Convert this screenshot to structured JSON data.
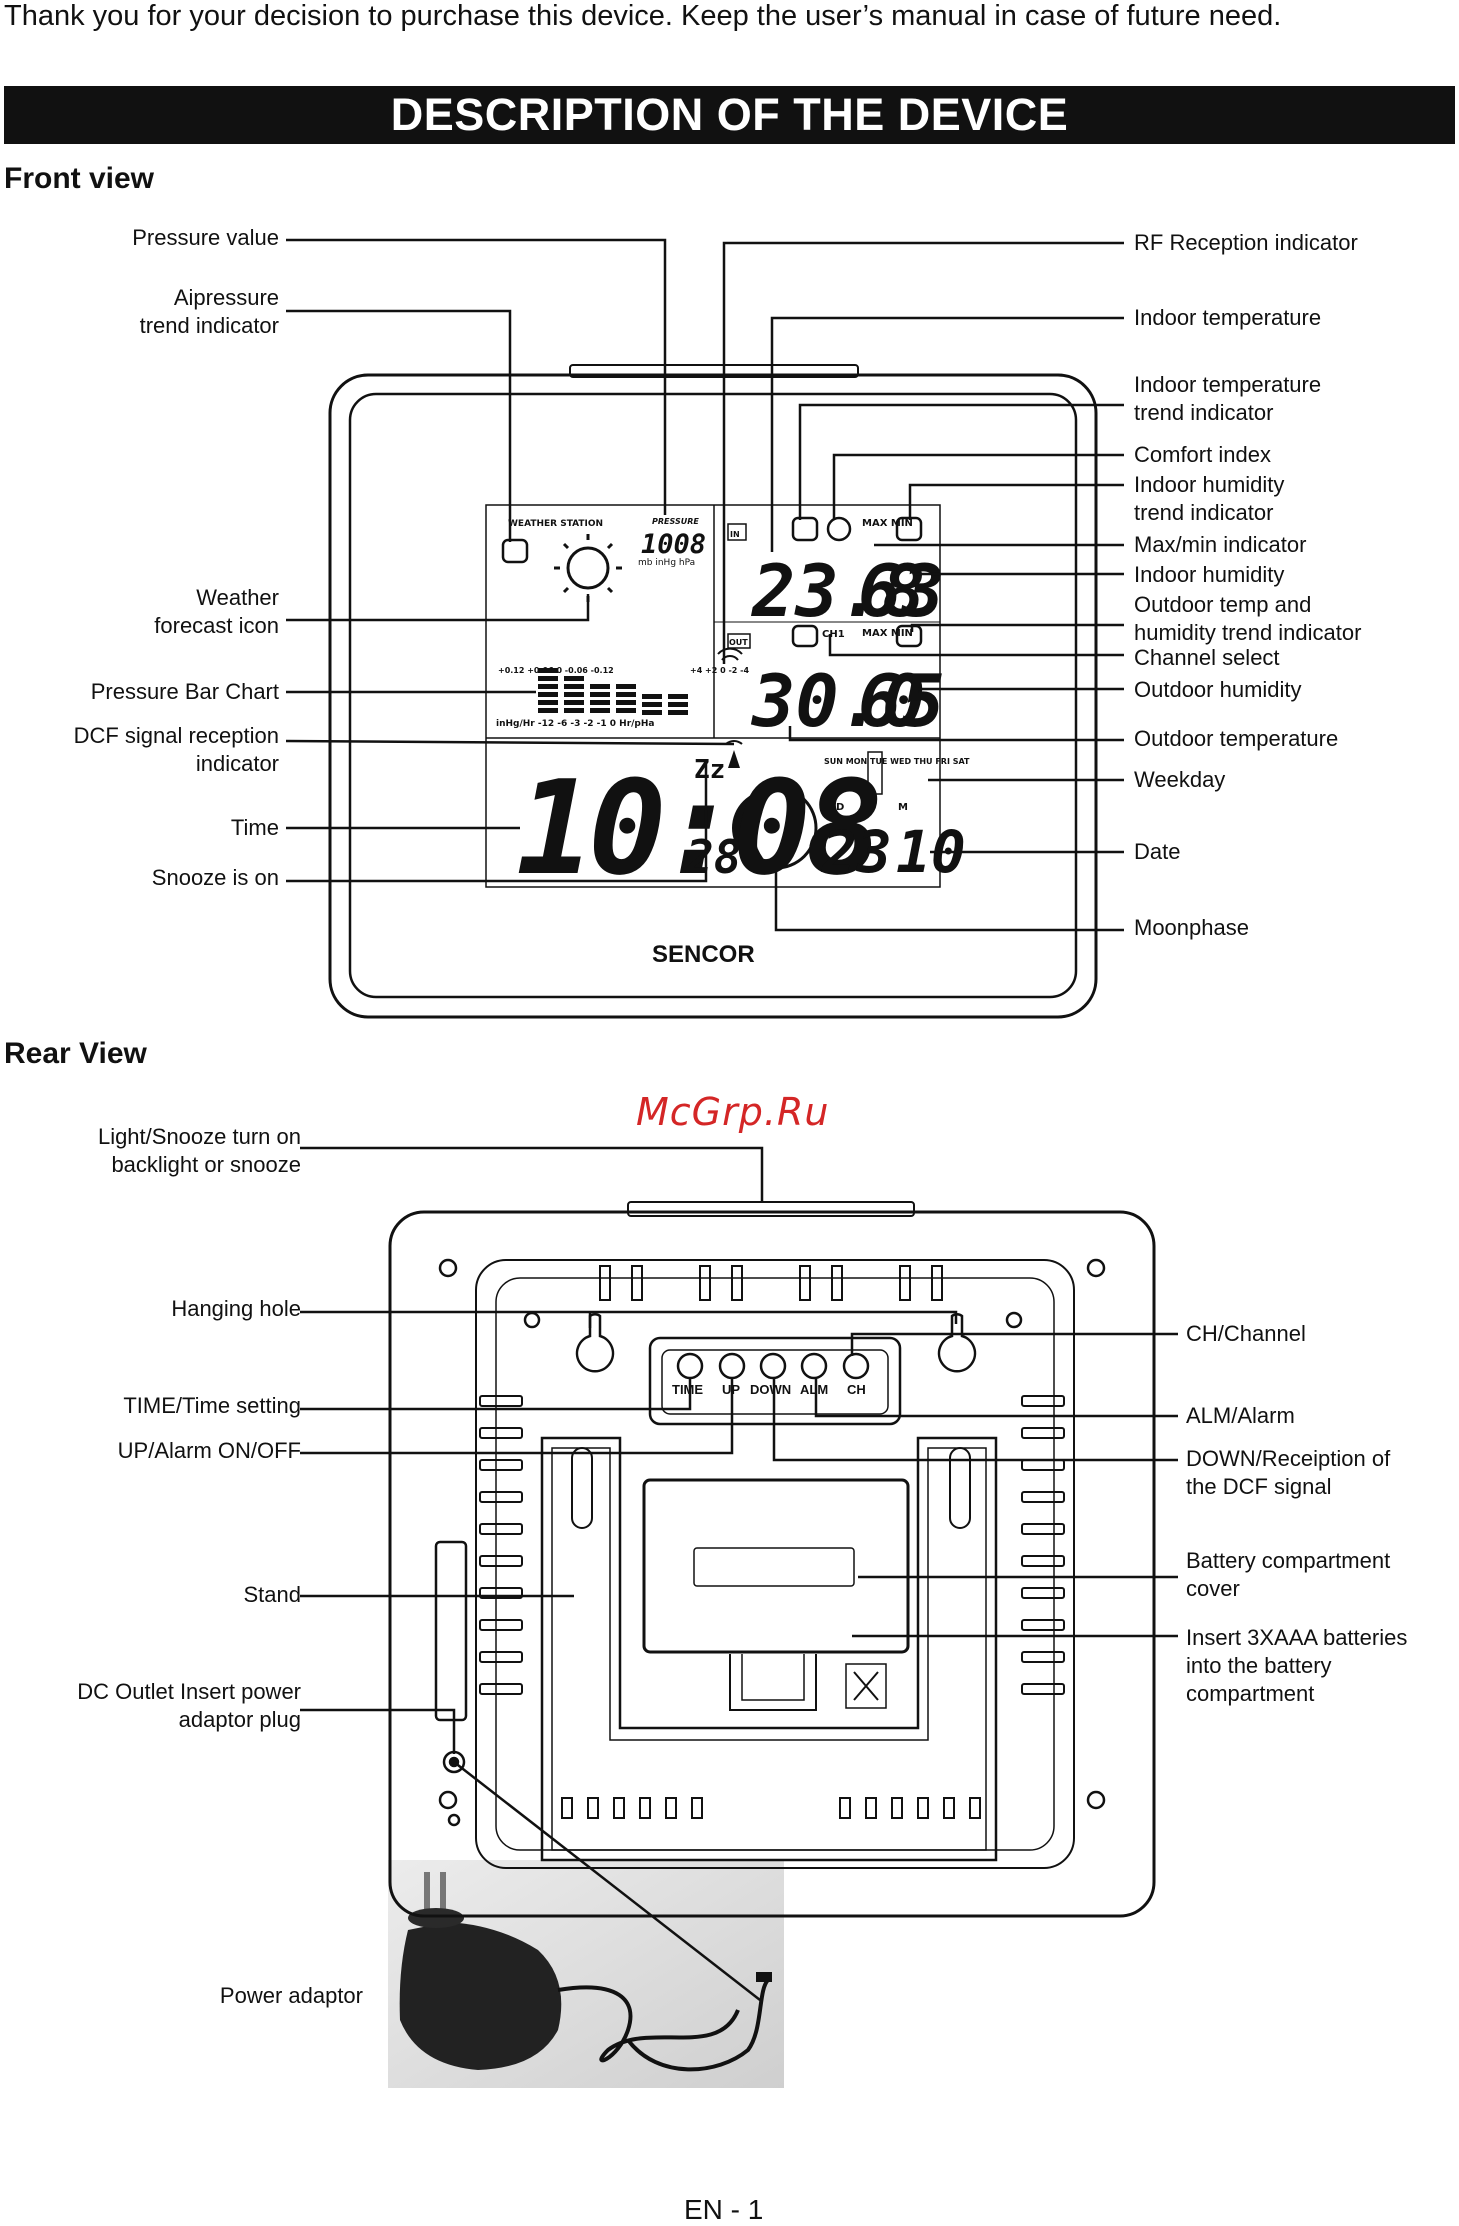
{
  "intro": "Thank you for your decision to purchase this device. Keep the user’s manual in case of future need.",
  "banner": "DESCRIPTION OF THE DEVICE",
  "front": {
    "title": "Front view",
    "left_labels": [
      "Pressure value",
      "Aipressure\ntrend indicator",
      "Weather\nforecast icon",
      "Pressure Bar Chart",
      "DCF signal reception\nindicator",
      "Time",
      "Snooze is on"
    ],
    "right_labels": [
      "RF Reception indicator",
      "Indoor temperature",
      "Indoor temperature\ntrend indicator",
      "Comfort index",
      "Indoor humidity\ntrend indicator",
      "Max/min indicator",
      "Indoor humidity",
      "Outdoor temp and\nhumidity trend indicator",
      "Channel select",
      "Outdoor humidity",
      "Outdoor temperature",
      "Weekday",
      "Date",
      "Moonphase"
    ],
    "display": {
      "weather_station": "WEATHER STATION",
      "pressure_caption": "PRESSURE",
      "pressure_value": "1008",
      "pressure_units": "mb inHg hPa",
      "in_badge": "IN",
      "out_badge": "OUT",
      "max_min": "MAX MIN",
      "ch": "CH1",
      "indoor_temp": "23.8",
      "indoor_hum": "63",
      "outdoor_temp": "30.0",
      "outdoor_hum": "65",
      "time": "10:08",
      "seconds": "28",
      "snooze": "Zz",
      "date_day": "23",
      "date_month": "10",
      "d_label": "D",
      "m_label": "M",
      "chart_left": "+0.12\n+0.06\n0\n-0.06\n-0.12",
      "chart_right": "+4\n+2\n0\n-2\n-4",
      "chart_axis": "inHg/Hr -12 -6 -3 -2 -1 0 Hr/pHa",
      "weekdays": "SUN MON TUE WED THU FRI SAT"
    },
    "brand": "SENCOR"
  },
  "rear": {
    "title": "Rear View",
    "left_labels": [
      "Light/Snooze turn on\nbacklight or snooze",
      "Hanging hole",
      "TIME/Time setting",
      "UP/Alarm ON/OFF",
      "Stand",
      "DC Outlet Insert power\nadaptor plug",
      "Power adaptor"
    ],
    "right_labels": [
      "CH/Channel",
      "ALM/Alarm",
      "DOWN/Receiption of\nthe DCF signal",
      "Battery compartment\ncover",
      "Insert 3XAAA batteries\ninto the battery\ncompartment"
    ],
    "buttons": [
      "TIME",
      "UP",
      "DOWN",
      "ALM",
      "CH"
    ]
  },
  "watermark": "McGrp.Ru",
  "footer": "EN - 1"
}
